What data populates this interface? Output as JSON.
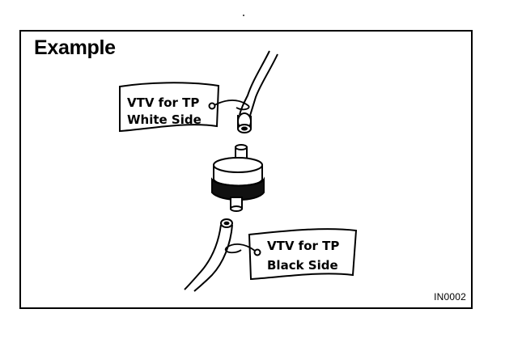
{
  "title": "Example",
  "figure_code": "IN0002",
  "tags": {
    "top": {
      "line1": "VTV for TP",
      "line2": "White Side"
    },
    "bottom": {
      "line1": "VTV for TP",
      "line2": "Black Side"
    }
  },
  "icons": {
    "valve": "vtv-valve-icon",
    "hose": "vacuum-hose-icon",
    "tag": "label-tag-icon"
  }
}
